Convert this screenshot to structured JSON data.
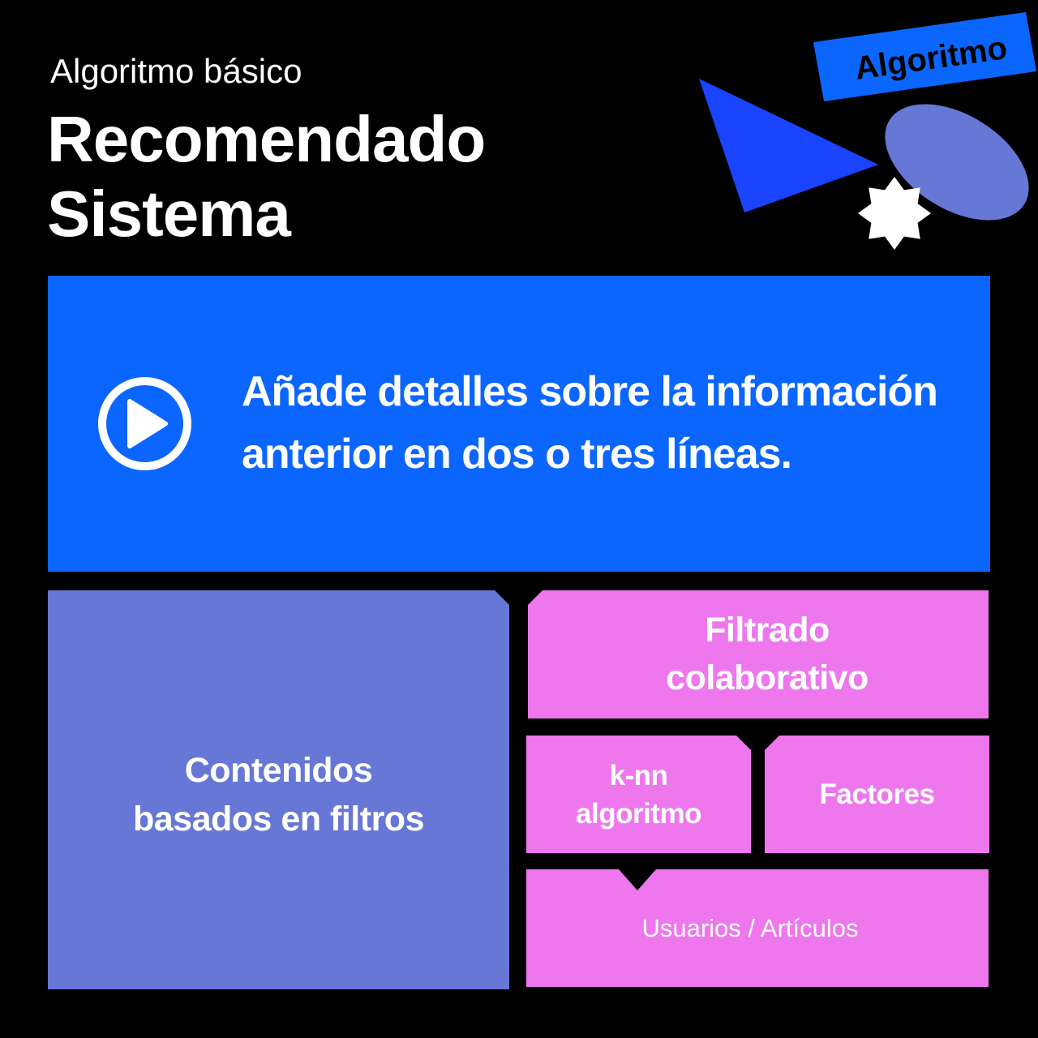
{
  "colors": {
    "background": "#000000",
    "blue": "#0a66ff",
    "triangle": "#1a44ff",
    "periwinkle": "#6677d6",
    "magenta": "#ee77ee",
    "text": "#ffffff",
    "tag_text": "#000000"
  },
  "header": {
    "subtitle": "Algoritmo básico",
    "title": [
      "Recomendado",
      "Sistema"
    ]
  },
  "tag": {
    "label": "Algoritmo"
  },
  "decor_icons": [
    "triangle-shape",
    "ellipse-shape",
    "star-icon"
  ],
  "intro": {
    "icon": "play-circle-icon",
    "lines": [
      "Añade detalles sobre la información",
      "anterior en dos o tres líneas."
    ]
  },
  "blocks": {
    "content_based": {
      "lines": [
        "Contenidos",
        "basados en filtros"
      ]
    },
    "collaborative": {
      "lines": [
        "Filtrado",
        "colaborativo"
      ]
    },
    "knn": {
      "lines": [
        "k-nn",
        "algoritmo"
      ]
    },
    "factors": {
      "label": "Factores"
    },
    "users_items": {
      "label": "Usuarios / Artículos"
    }
  }
}
